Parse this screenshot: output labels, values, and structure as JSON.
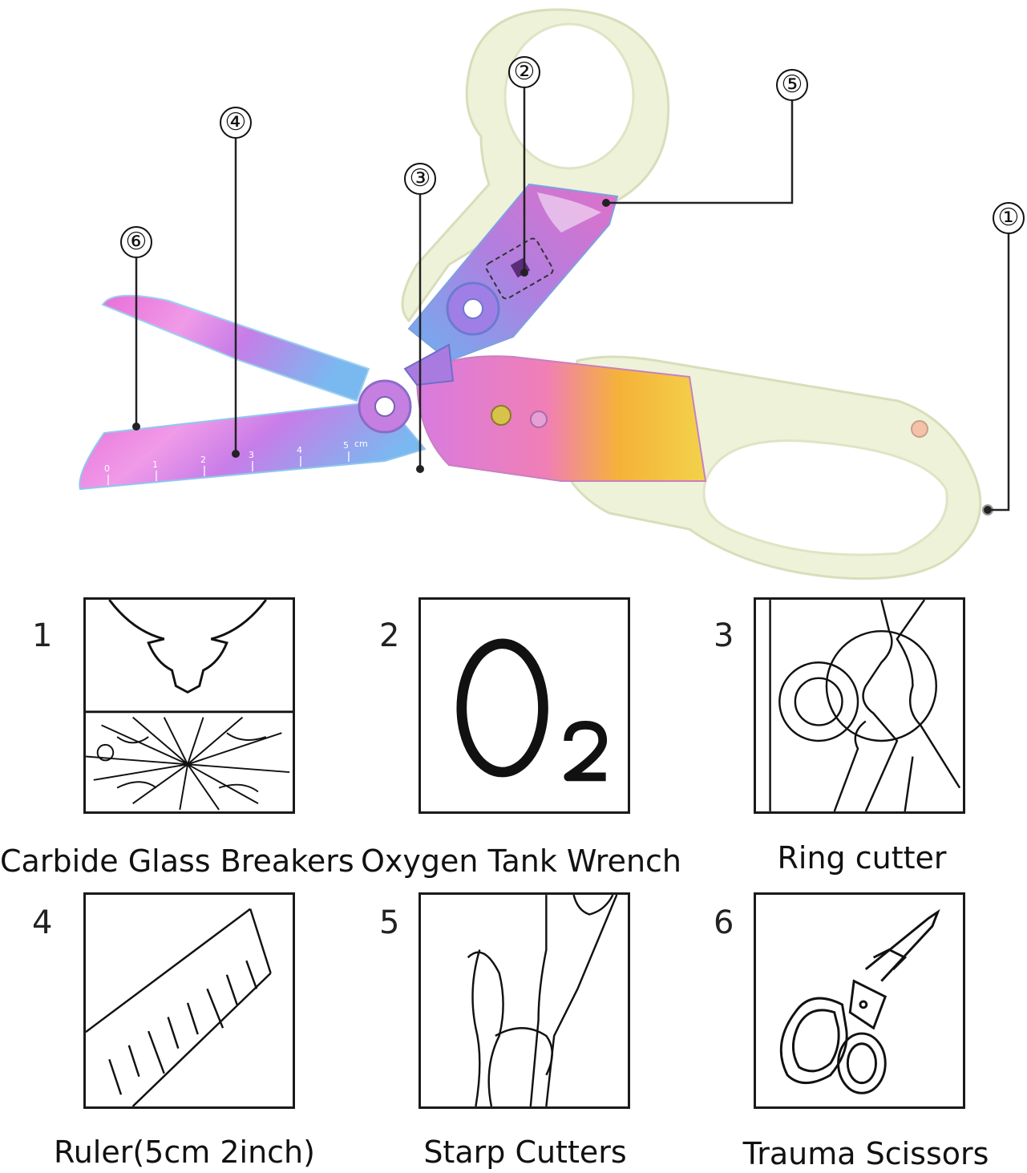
{
  "diagram": {
    "callouts": [
      {
        "id": "1",
        "label": "①"
      },
      {
        "id": "2",
        "label": "②"
      },
      {
        "id": "3",
        "label": "③"
      },
      {
        "id": "4",
        "label": "④"
      },
      {
        "id": "5",
        "label": "⑤"
      },
      {
        "id": "6",
        "label": "⑥"
      }
    ],
    "ruler_marks": [
      "0",
      "1",
      "2",
      "3",
      "4",
      "5",
      "cm"
    ]
  },
  "features": [
    {
      "number": "1",
      "caption": "Carbide Glass Breakers",
      "icon": "glass-breaker-icon"
    },
    {
      "number": "2",
      "caption": "Oxygen Tank Wrench",
      "icon": "oxygen-icon",
      "symbol": "O",
      "subscript": "2"
    },
    {
      "number": "3",
      "caption": "Ring cutter",
      "icon": "ring-cutter-icon"
    },
    {
      "number": "4",
      "caption": "Ruler(5cm 2inch)",
      "icon": "ruler-icon"
    },
    {
      "number": "5",
      "caption": "Starp Cutters",
      "icon": "strap-cutter-icon"
    },
    {
      "number": "6",
      "caption": "Trauma Scissors",
      "icon": "trauma-scissors-icon"
    }
  ]
}
